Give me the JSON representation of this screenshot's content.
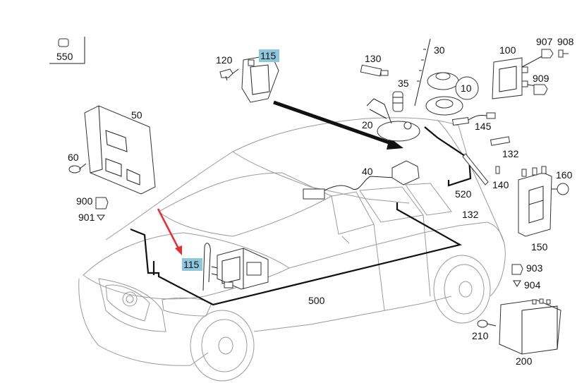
{
  "highlight_color": "#8ec6de",
  "arrow_color": "#e53030",
  "labels": {
    "p550": "550",
    "p120": "120",
    "p115_top": "115",
    "p130": "130",
    "p30": "30",
    "p100": "100",
    "p907": "907",
    "p908": "908",
    "p909": "909",
    "p35": "35",
    "p10": "10",
    "p50": "50",
    "p20": "20",
    "p145": "145",
    "p132_top": "132",
    "p60": "60",
    "p40": "40",
    "p160": "160",
    "p140": "140",
    "p520": "520",
    "p132_mid": "132",
    "p900": "900",
    "p901": "901",
    "p115_left": "115",
    "p150": "150",
    "p903": "903",
    "p904": "904",
    "p500": "500",
    "p210": "210",
    "p200": "200"
  }
}
